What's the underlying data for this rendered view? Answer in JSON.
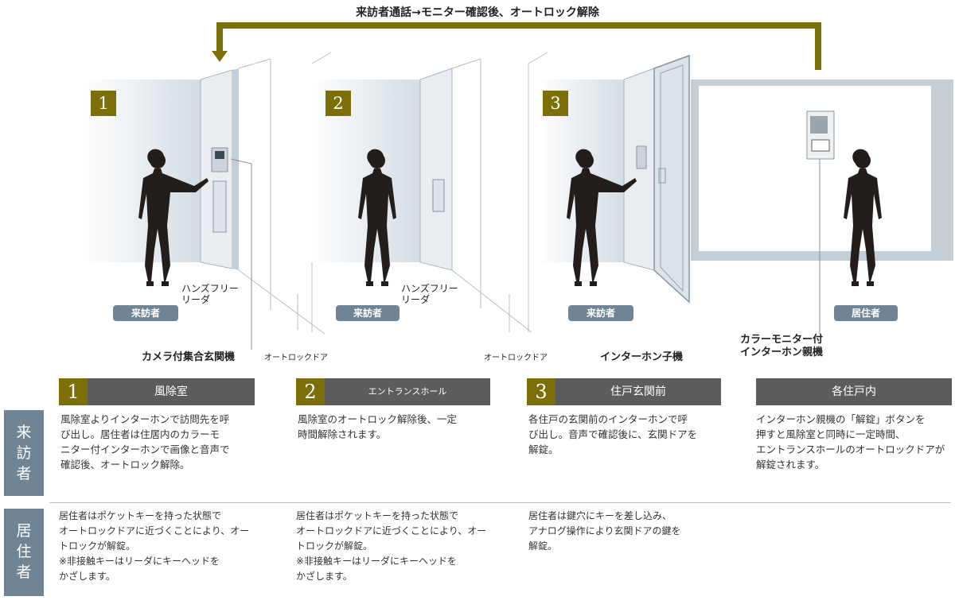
{
  "flow_title": "来訪者通話→モニター確認後、オートロック解除",
  "steps": [
    {
      "num": "1",
      "name": "風除室",
      "pill": "来訪者"
    },
    {
      "num": "2",
      "name": "エントランスホール",
      "pill": "来訪者"
    },
    {
      "num": "3",
      "name": "住戸玄関前",
      "pill": "来訪者"
    },
    {
      "num": "",
      "name": "各住戸内",
      "pill": "居住者"
    }
  ],
  "callouts": {
    "hands_free_1": "ハンズフリー\nリーダ",
    "hands_free_2": "ハンズフリー\nリーダ",
    "camera_panel": "カメラ付集合玄関機",
    "autolock_door_1": "オートロックドア",
    "autolock_door_2": "オートロックドア",
    "interphone_child": "インターホン子機",
    "monitor_parent": "カラーモニター付\nインターホン親機"
  },
  "row_labels": {
    "visitor": [
      "来",
      "訪",
      "者"
    ],
    "resident": [
      "居",
      "住",
      "者"
    ]
  },
  "visitor_descriptions": [
    "風除室よりインターホンで訪問先を呼\nび出し。居住者は住居内のカラーモ\nニター付インターホンで画像と音声で\n確認後、オートロック解除。",
    "風除室のオートロック解除後、一定\n時間解除されます。",
    "各住戸の玄関前のインターホンで呼\nび出し。音声で確認後に、玄関ドアを\n解錠。",
    "インターホン親機の「解錠」ボタンを\n押すと風除室と同時に一定時間、\nエントランスホールのオートロックドアが\n解錠されます。"
  ],
  "resident_descriptions": [
    "居住者はポケットキーを持った状態で\nオートロックドアに近づくことにより、オー\nトロックが解錠。\n※非接触キーはリーダにキーヘッドを\nかざします。",
    "居住者はポケットキーを持った状態で\nオートロックドアに近づくことにより、オー\nトロックが解錠。\n※非接触キーはリーダにキーヘッドを\nかざします。",
    "居住者は鍵穴にキーを差し込み、\nアナログ操作により玄関ドアの鍵を\n解錠。",
    ""
  ],
  "colors": {
    "accent_olive": "#7d6f08",
    "header_gray": "#5c5c5c",
    "label_blue_gray": "#6f8494",
    "wall_light": "#dde4ea"
  }
}
